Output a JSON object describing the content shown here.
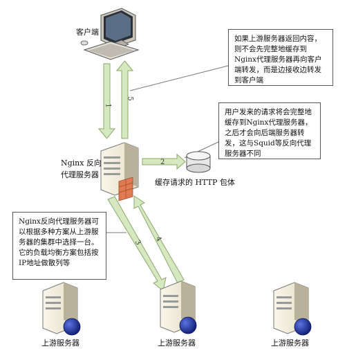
{
  "labels": {
    "client": "客户端",
    "proxy_line1": "Nginx 反向",
    "proxy_line2": "代理服务器",
    "cache": "缓存请求的 HTTP 包体",
    "upstream_left": "上游服务器",
    "upstream_middle": "上游服务器",
    "upstream_right": "上游服务器"
  },
  "notes": {
    "response": "如果上游服务器返回内容，则不会先完整地缓存到Nginx代理服务器再向客户端转发，而是边接收边转发到客户端",
    "request": "用户发来的请求将会完整地缓存到Nginx代理服务器，之后才会向后端服务器转发，这与Squid等反向代理服务器不同",
    "balance": "Nginx反向代理服务器可以根据多种方案从上游服务器的集群中选择一台。它的负载均衡方案包括按IP地址做散列等"
  },
  "steps": {
    "s1": "1",
    "s2": "2",
    "s3": "3",
    "s4": "4",
    "s5": "5"
  },
  "colors": {
    "arrow_fill": "#d6e8bf",
    "arrow_stroke": "#8aa86c",
    "server_body": "#f1ecdc",
    "server_side": "#b9b199",
    "globe": "#1d2f9c",
    "firewall": "#e07a52"
  }
}
